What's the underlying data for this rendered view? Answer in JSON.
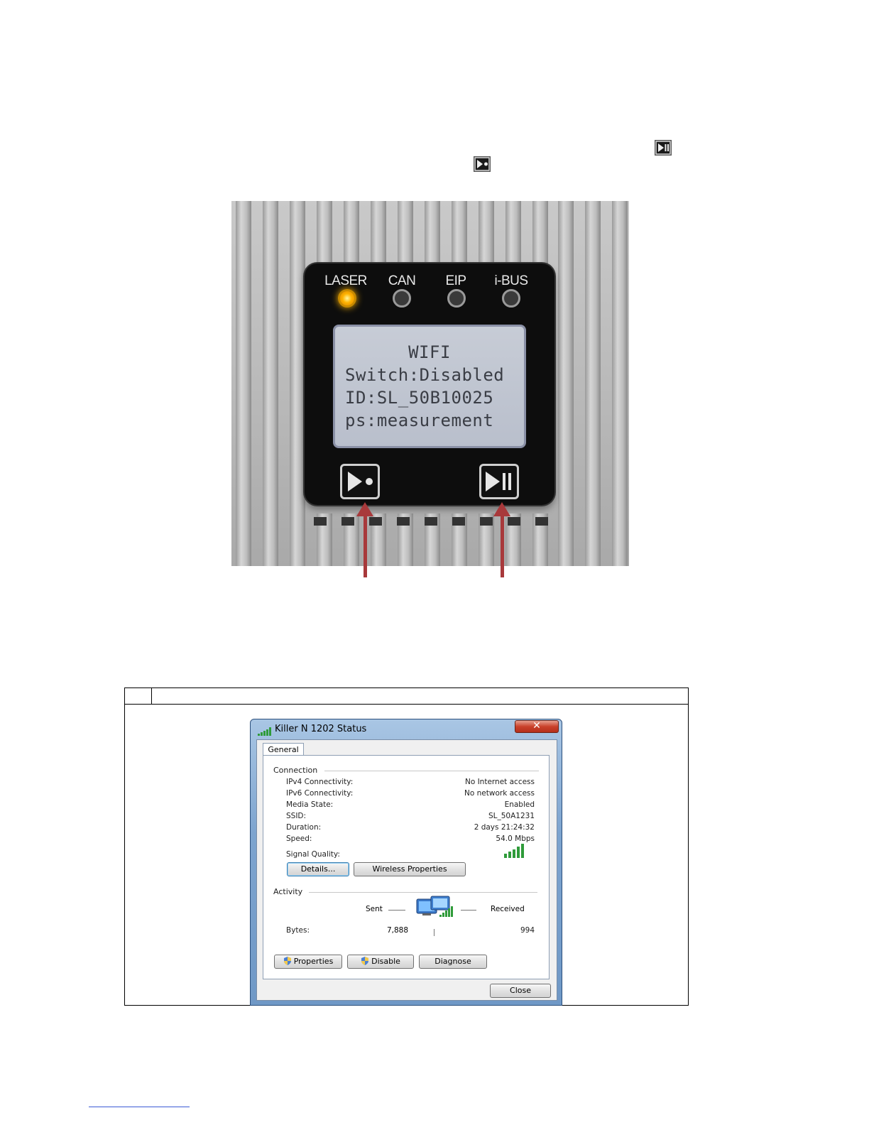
{
  "device": {
    "leds": [
      {
        "label": "LASER",
        "state": "on"
      },
      {
        "label": "CAN",
        "state": "off"
      },
      {
        "label": "EIP",
        "state": "off"
      },
      {
        "label": "i-BUS",
        "state": "off"
      }
    ],
    "lcd_lines": [
      "WIFI",
      "Switch:Disabled",
      "ID:SL_50B10025",
      "ps:measurement"
    ]
  },
  "dialog": {
    "title": "Killer N 1202 Status",
    "close_symbol": "✕",
    "tab": "General",
    "connection_heading": "Connection",
    "rows": [
      {
        "label": "IPv4 Connectivity:",
        "value": "No Internet access"
      },
      {
        "label": "IPv6 Connectivity:",
        "value": "No network access"
      },
      {
        "label": "Media State:",
        "value": "Enabled"
      },
      {
        "label": "SSID:",
        "value": "SL_50A1231"
      },
      {
        "label": "Duration:",
        "value": "2 days 21:24:32"
      },
      {
        "label": "Speed:",
        "value": "54.0 Mbps"
      }
    ],
    "signal_quality_label": "Signal Quality:",
    "details_button": "Details...",
    "wireless_properties_button": "Wireless Properties",
    "activity_heading": "Activity",
    "sent_label": "Sent",
    "received_label": "Received",
    "bytes_label": "Bytes:",
    "bytes_sent": "7,888",
    "bytes_received": "994",
    "properties_button": "Properties",
    "disable_button": "Disable",
    "diagnose_button": "Diagnose",
    "close_button": "Close"
  },
  "colors": {
    "arrow": "#a8393b",
    "led_on": "#ffb300",
    "signal_bars": "#2f9b3a"
  }
}
